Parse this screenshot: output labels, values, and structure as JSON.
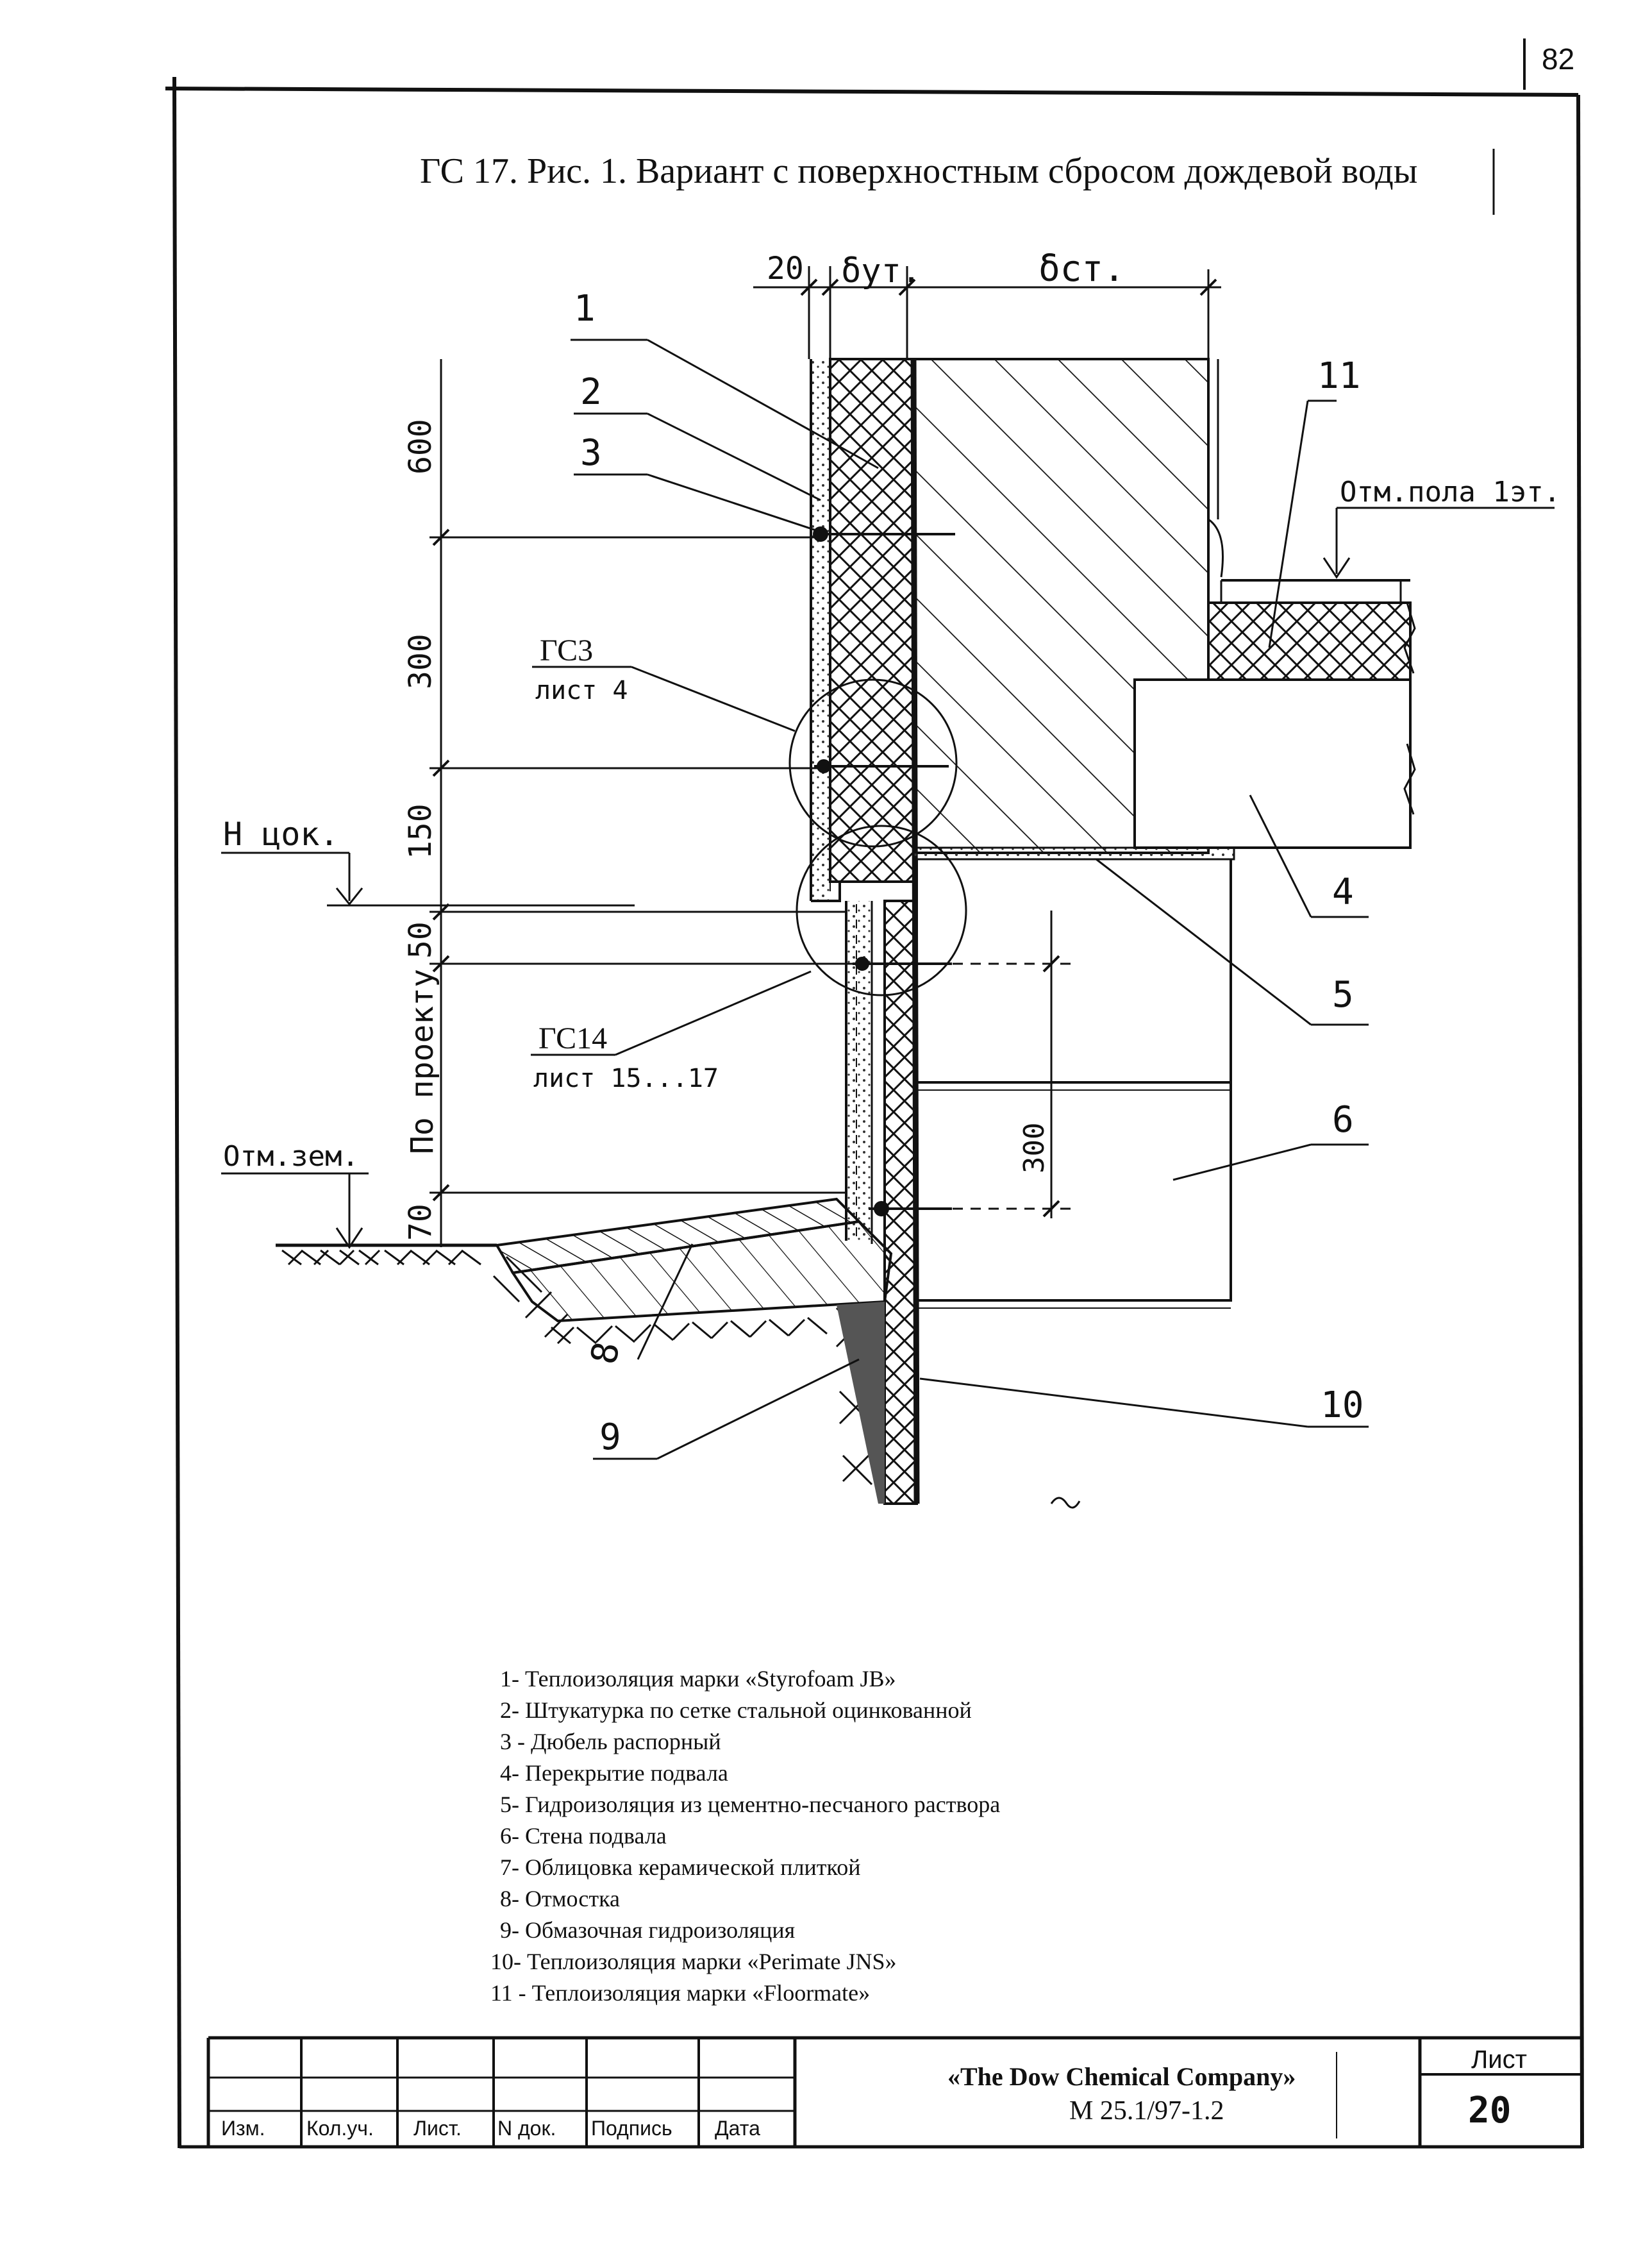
{
  "page_number": "82",
  "title": "ГС 17. Рис. 1. Вариант с поверхностным сбросом дождевой воды",
  "dimensions_top": {
    "d20": "20",
    "d_ins": "δут.",
    "d_wall": "δст."
  },
  "dims_left": {
    "d600": "600",
    "d300": "300",
    "d150": "150",
    "d50": "50",
    "d_project": "По проекту",
    "d70": "70"
  },
  "dim_right_300": "300",
  "levels": {
    "floor": "Отм.пола 1эт.",
    "plinth": "Н цок.",
    "ground": "Отм.зем."
  },
  "callouts": {
    "gs3_ref": "ГС3",
    "gs3_sheet": "лист 4",
    "gs14_ref": "ГС14",
    "gs14_sheet": "лист 15...17"
  },
  "markers": [
    "1",
    "2",
    "3",
    "4",
    "5",
    "6",
    "8",
    "9",
    "10",
    "11"
  ],
  "legend": [
    "1- Теплоизоляция    марки «Styrofoam JB»",
    "2- Штукатурка по сетке стальной оцинкованной",
    "3 - Дюбель распорный",
    "4- Перекрытие подвала",
    "5- Гидроизоляция из цементно-песчаного раствора",
    "6- Стена подвала",
    "7- Облицовка керамической плиткой",
    "8- Отмостка",
    "9- Обмазочная гидроизоляция",
    "10- Теплоизоляция марки «Perimate JNS»",
    "11 - Теплоизоляция марки «Floormate»"
  ],
  "title_block": {
    "col_labels": [
      "Изм.",
      "Кол.уч.",
      "Лист.",
      "N док.",
      "Подпись",
      "Дата"
    ],
    "company": "«The Dow Chemical Company»",
    "doc_code": "М 25.1/97-1.2",
    "sheet_label": "Лист",
    "sheet_number": "20"
  }
}
